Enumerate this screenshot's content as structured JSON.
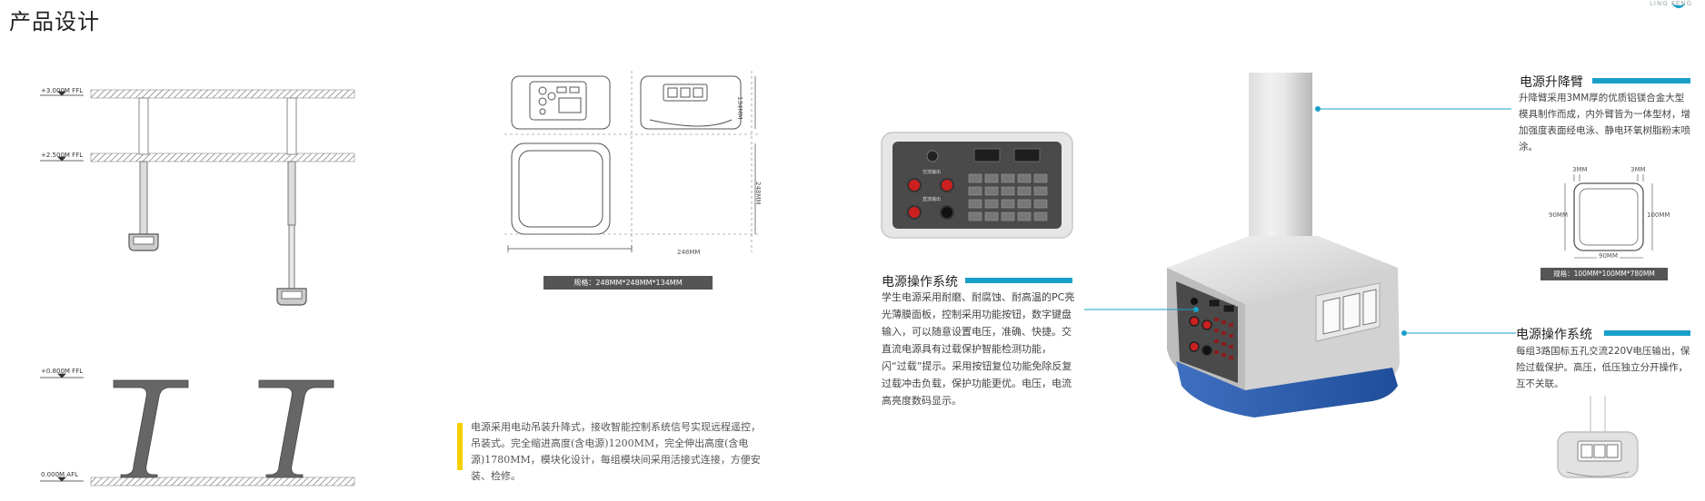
{
  "page": {
    "title": "产品设计",
    "brand": "LING FENG"
  },
  "left_drawing": {
    "levels": [
      "+3.000M FFL",
      "+2.500M FFL",
      "+0.800M FFL",
      "0.000M AFL"
    ]
  },
  "center_drawing": {
    "dim_height_134": "134MM",
    "dim_height_248": "248MM",
    "dim_width_248": "248MM",
    "spec_label": "规格：248MM*248MM*134MM",
    "description": "电源采用电动吊装升降式，接收智能控制系统信号实现远程遥控，吊装式。完全缩进高度(含电源)1200MM，完全伸出高度(含电源)1780MM，模块化设计，每组模块间采用活接式连接，方便安装、检修。"
  },
  "operation_panel": {
    "title": "电源操作系统",
    "text": "学生电源采用耐磨、耐腐蚀、耐高温的PC亮光薄膜面板，控制采用功能按钮，数字键盘输入，可以随意设置电压，准确、快捷。交直流电源具有过载保护智能检测功能，闪“过载”提示。采用按钮复位功能免除反复过载冲击负载，保护功能更优。电压，电流高亮度数码显示。",
    "label_ac": "交流输出",
    "label_dc": "直流输出"
  },
  "lift_arm": {
    "title": "电源升降臂",
    "text": "升降臂采用3MM厚的优质铝镁合金大型模具制作而成，内外臂皆为一体型材，增加强度表面经电泳、静电环氧树脂粉末喷涂。",
    "dim_top_left": "3MM",
    "dim_top_right": "3MM",
    "dim_left": "90MM",
    "dim_right": "100MM",
    "dim_bottom": "90MM",
    "spec_label": "规格：100MM*100MM*780MM"
  },
  "outlet_system": {
    "title": "电源操作系统",
    "text": "每组3路国标五孔交流220V电压输出，保险过载保护。高压，低压独立分开操作，互不关联。"
  },
  "colors": {
    "accent": "#1aa0c8",
    "highlight": "#f5d000",
    "spec_bar": "#555555",
    "body_blue": "#2b5ea8"
  }
}
